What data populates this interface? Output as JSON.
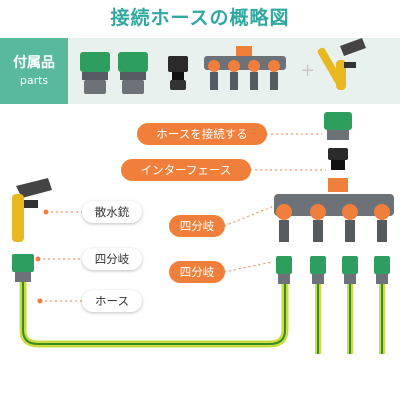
{
  "title": "接続ホースの概略図",
  "parts": {
    "label_jp": "付属品",
    "label_en": "parts",
    "plus": "+"
  },
  "labels": {
    "connect_hose": "ホースを接続する",
    "interface": "インターフェース",
    "splitter_right_1": "四分岐",
    "splitter_right_2": "四分岐",
    "sprayer": "散水銃",
    "splitter_left": "四分岐",
    "hose": "ホース"
  },
  "colors": {
    "accent_orange": "#f07f3c",
    "title_teal": "#2fa8a0",
    "parts_green": "#58b99b",
    "hose_yellow": "#c8dc3c",
    "hose_green": "#3c8a2a",
    "connector_green": "#2e9e5e",
    "connector_gray": "#6d7278"
  }
}
